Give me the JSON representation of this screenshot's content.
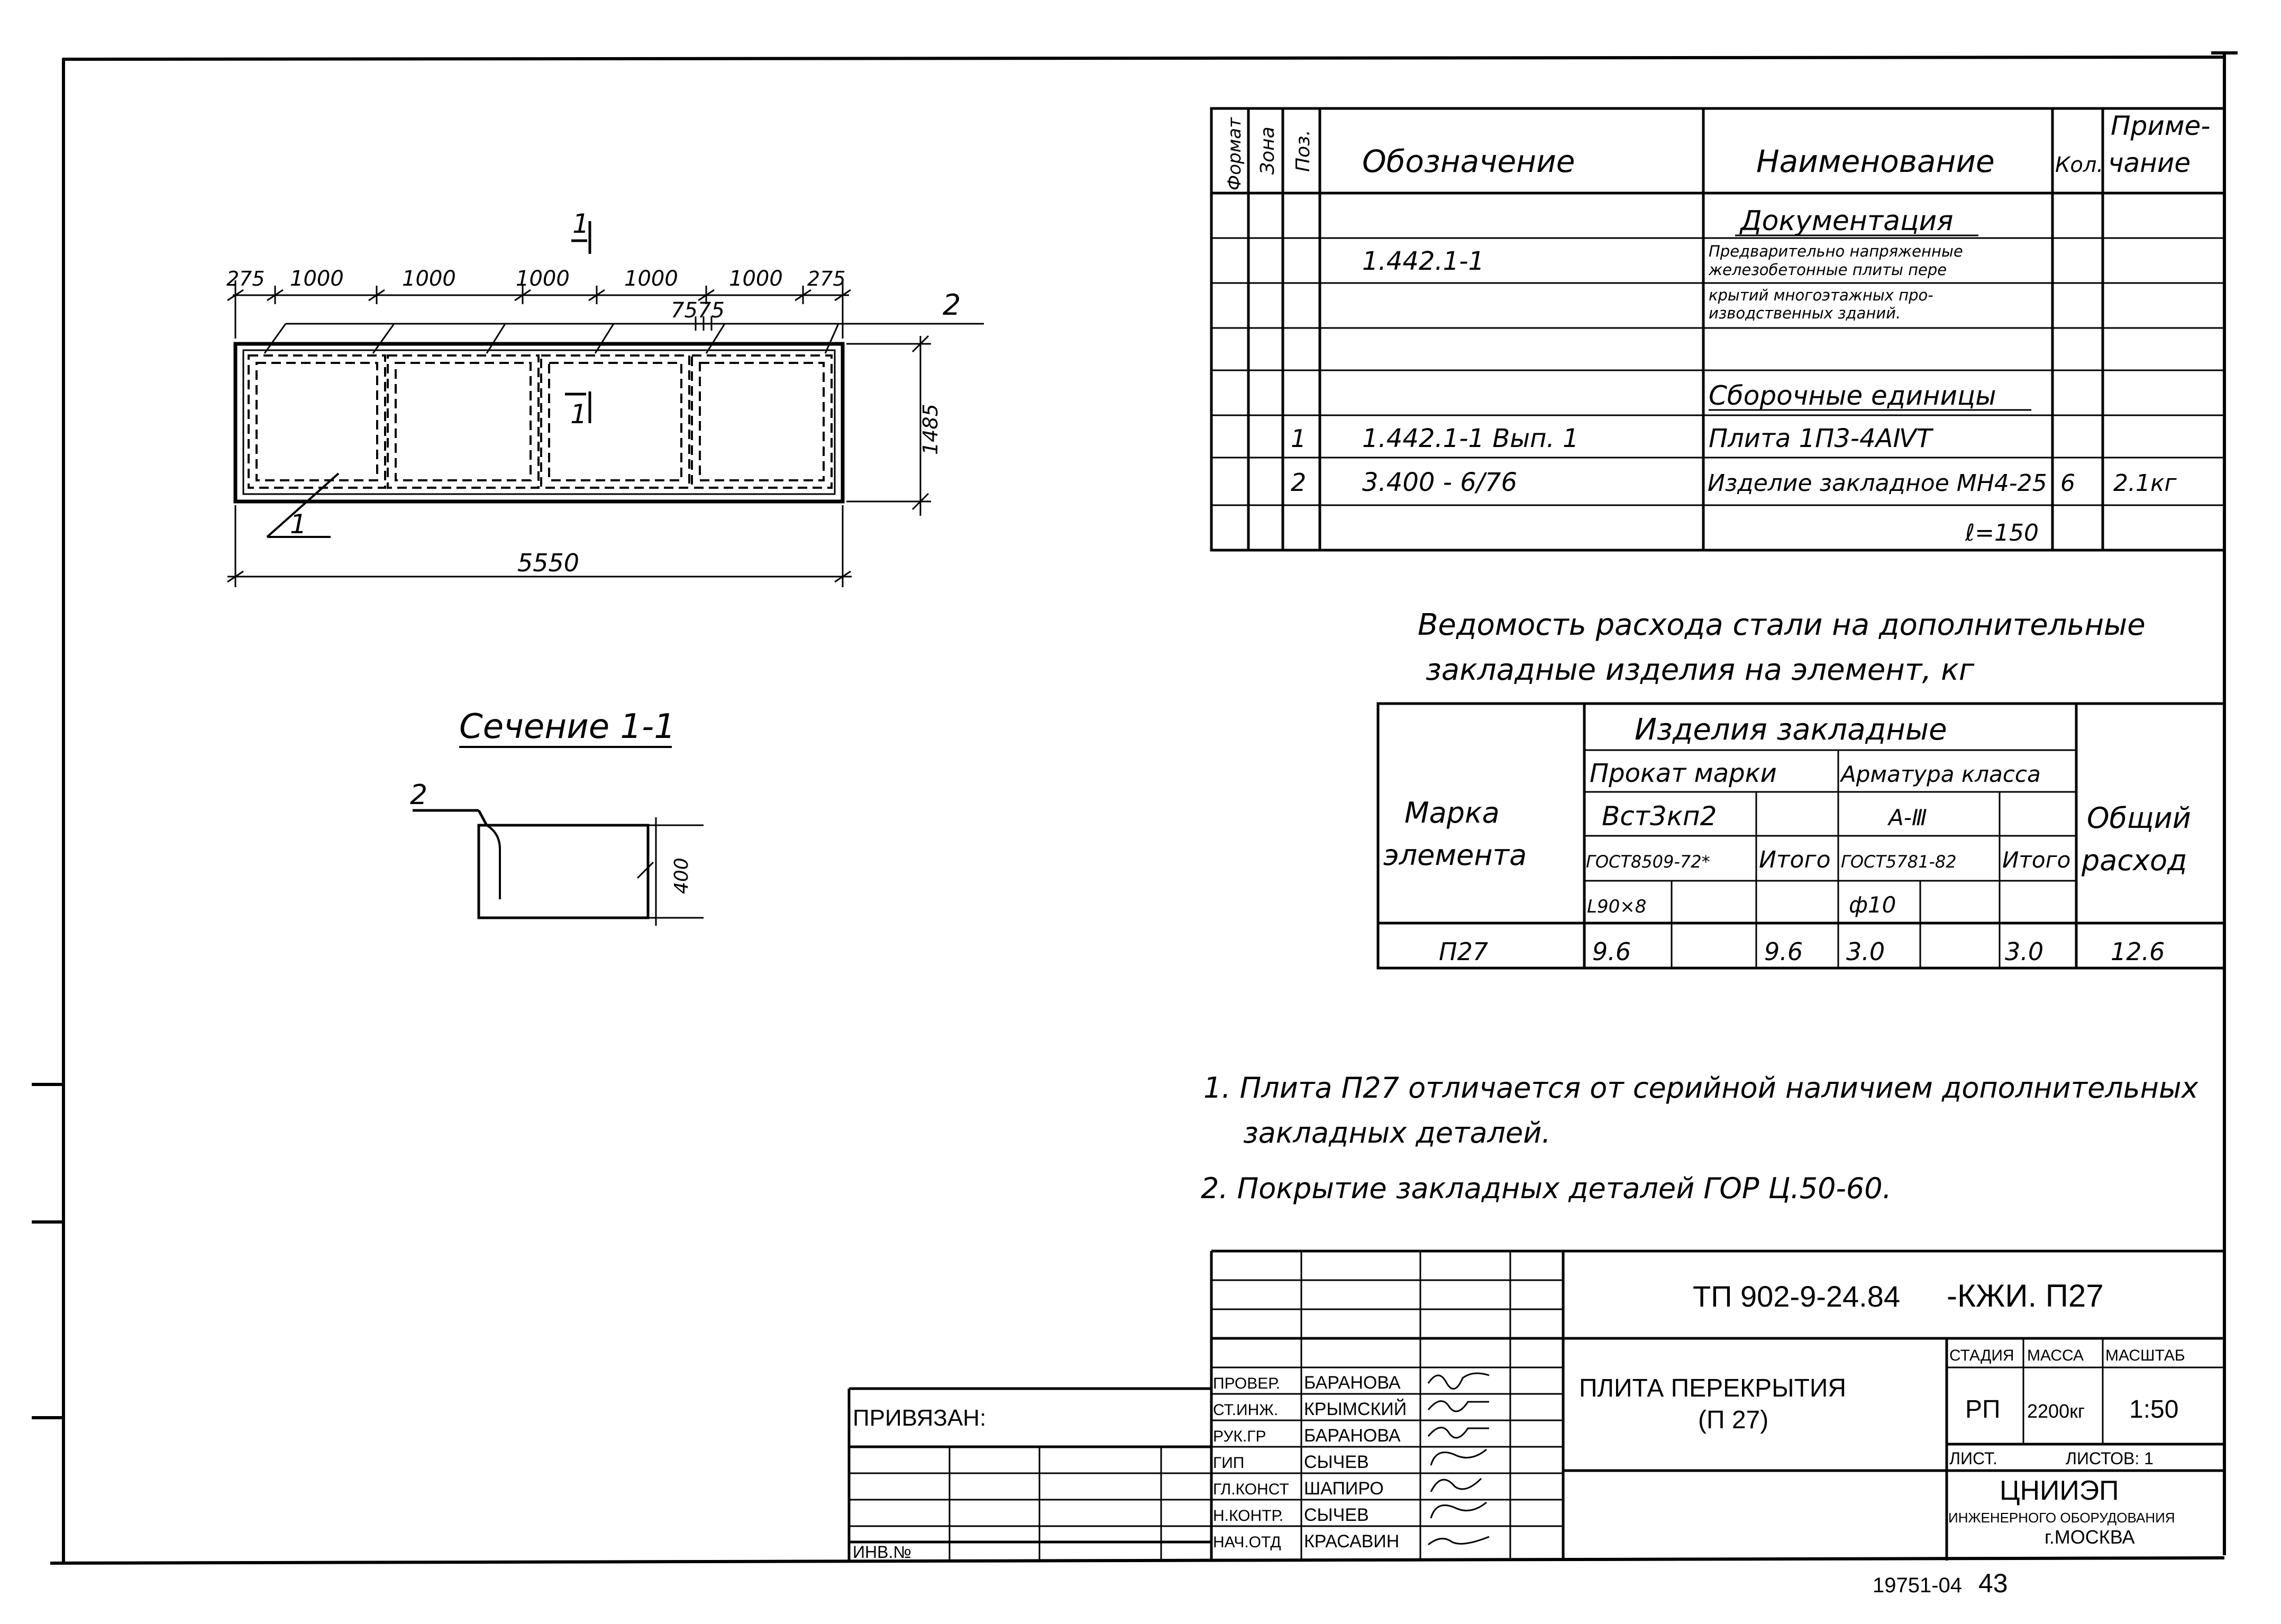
{
  "plan": {
    "section_mark": "1",
    "dims_top": [
      "275",
      "1000",
      "1000",
      "1000",
      "1000",
      "1000",
      "275"
    ],
    "overall_top": "7575",
    "dim_right": "1485",
    "dim_bottom": "5550",
    "item_2": "2",
    "item_1": "1"
  },
  "section": {
    "title": "Сечение 1-1",
    "item": "2",
    "dim": "400"
  },
  "spec": {
    "headers": {
      "format": "Формат",
      "zone": "Зона",
      "pos": "Поз.",
      "designation": "Обозначение",
      "name": "Наименование",
      "qty": "Кол.",
      "note_1": "Приме-",
      "note_2": "чание"
    },
    "sections": {
      "documentation": "Документация",
      "assembly": "Сборочные единицы"
    },
    "doc_designation": "1.442.1-1",
    "doc_name_lines": [
      "Предварительно напряженные",
      "железобетонные плиты пере",
      "крытий многоэтажных про-",
      "изводственных зданий."
    ],
    "rows": [
      {
        "pos": "1",
        "designation": "1.442.1-1  Вып. 1",
        "name": "Плита   1П3-4АⅣТ",
        "qty": "",
        "note": ""
      },
      {
        "pos": "2",
        "designation": "3.400 - 6/76",
        "name": "Изделие закладное МН4-25",
        "qty": "6",
        "note": "2.1кг"
      }
    ],
    "sub_note": "ℓ=150"
  },
  "steel": {
    "title_1": "Ведомость расхода стали на дополнительные",
    "title_2": "закладные изделия на элемент, кг",
    "h_mark_1": "Марка",
    "h_mark_2": "элемента",
    "h_embedded": "Изделия  закладные",
    "h_rolled": "Прокат марки",
    "h_rebar": "Арматура класса",
    "h_steel": "Вст3кп2",
    "h_gost1": "ГОСТ8509-72*",
    "h_angle": "L90×8",
    "h_total1": "Итого",
    "h_class": "А-Ⅲ",
    "h_gost2": "ГОСТ5781-82",
    "h_dia": "ф10",
    "h_total2": "Итого",
    "h_overall_1": "Общий",
    "h_overall_2": "расход",
    "row": {
      "mark": "П27",
      "v1": "9.6",
      "v2": "",
      "t1": "9.6",
      "v3": "3.0",
      "v4": "",
      "t2": "3.0",
      "total": "12.6"
    }
  },
  "notes": [
    "1.  Плита П27 отличается от серийной наличием дополнительных",
    "закладных деталей.",
    "2. Покрытие закладных деталей    ГОР Ц.50-60."
  ],
  "stamp": {
    "code_1": "ТП 902-9-24.84",
    "code_2": "-КЖИ. П27",
    "title_1": "ПЛИТА  ПЕРЕКРЫТИЯ",
    "title_2": "(П 27)",
    "roles": [
      "ПРОВЕР.",
      "СТ.ИНЖ.",
      "РУК.ГР",
      "ГИП",
      "ГЛ.КОНСТ",
      "Н.КОНТР.",
      "НАЧ.ОТД"
    ],
    "names": [
      "БАРАНОВА",
      "КРЫМСКИЙ",
      "БАРАНОВА",
      "СЫЧЕВ",
      "ШАПИРО",
      "СЫЧЕВ",
      "КРАСАВИН"
    ],
    "stage_h": "СТАДИЯ",
    "mass_h": "МАССА",
    "scale_h": "МАСШТАБ",
    "stage": "РП",
    "mass": "2200кг",
    "scale": "1:50",
    "sheet": "ЛИСТ.",
    "sheets": "ЛИСТОВ: 1",
    "org_1": "ЦНИИЭП",
    "org_2": "ИНЖЕНЕРНОГО ОБОРУДОВАНИЯ",
    "org_3": "г.МОСКВА",
    "bound": "ПРИВЯЗАН:",
    "inv": "ИНВ.№"
  },
  "bottom": {
    "number": "19751-04",
    "page": "43"
  }
}
